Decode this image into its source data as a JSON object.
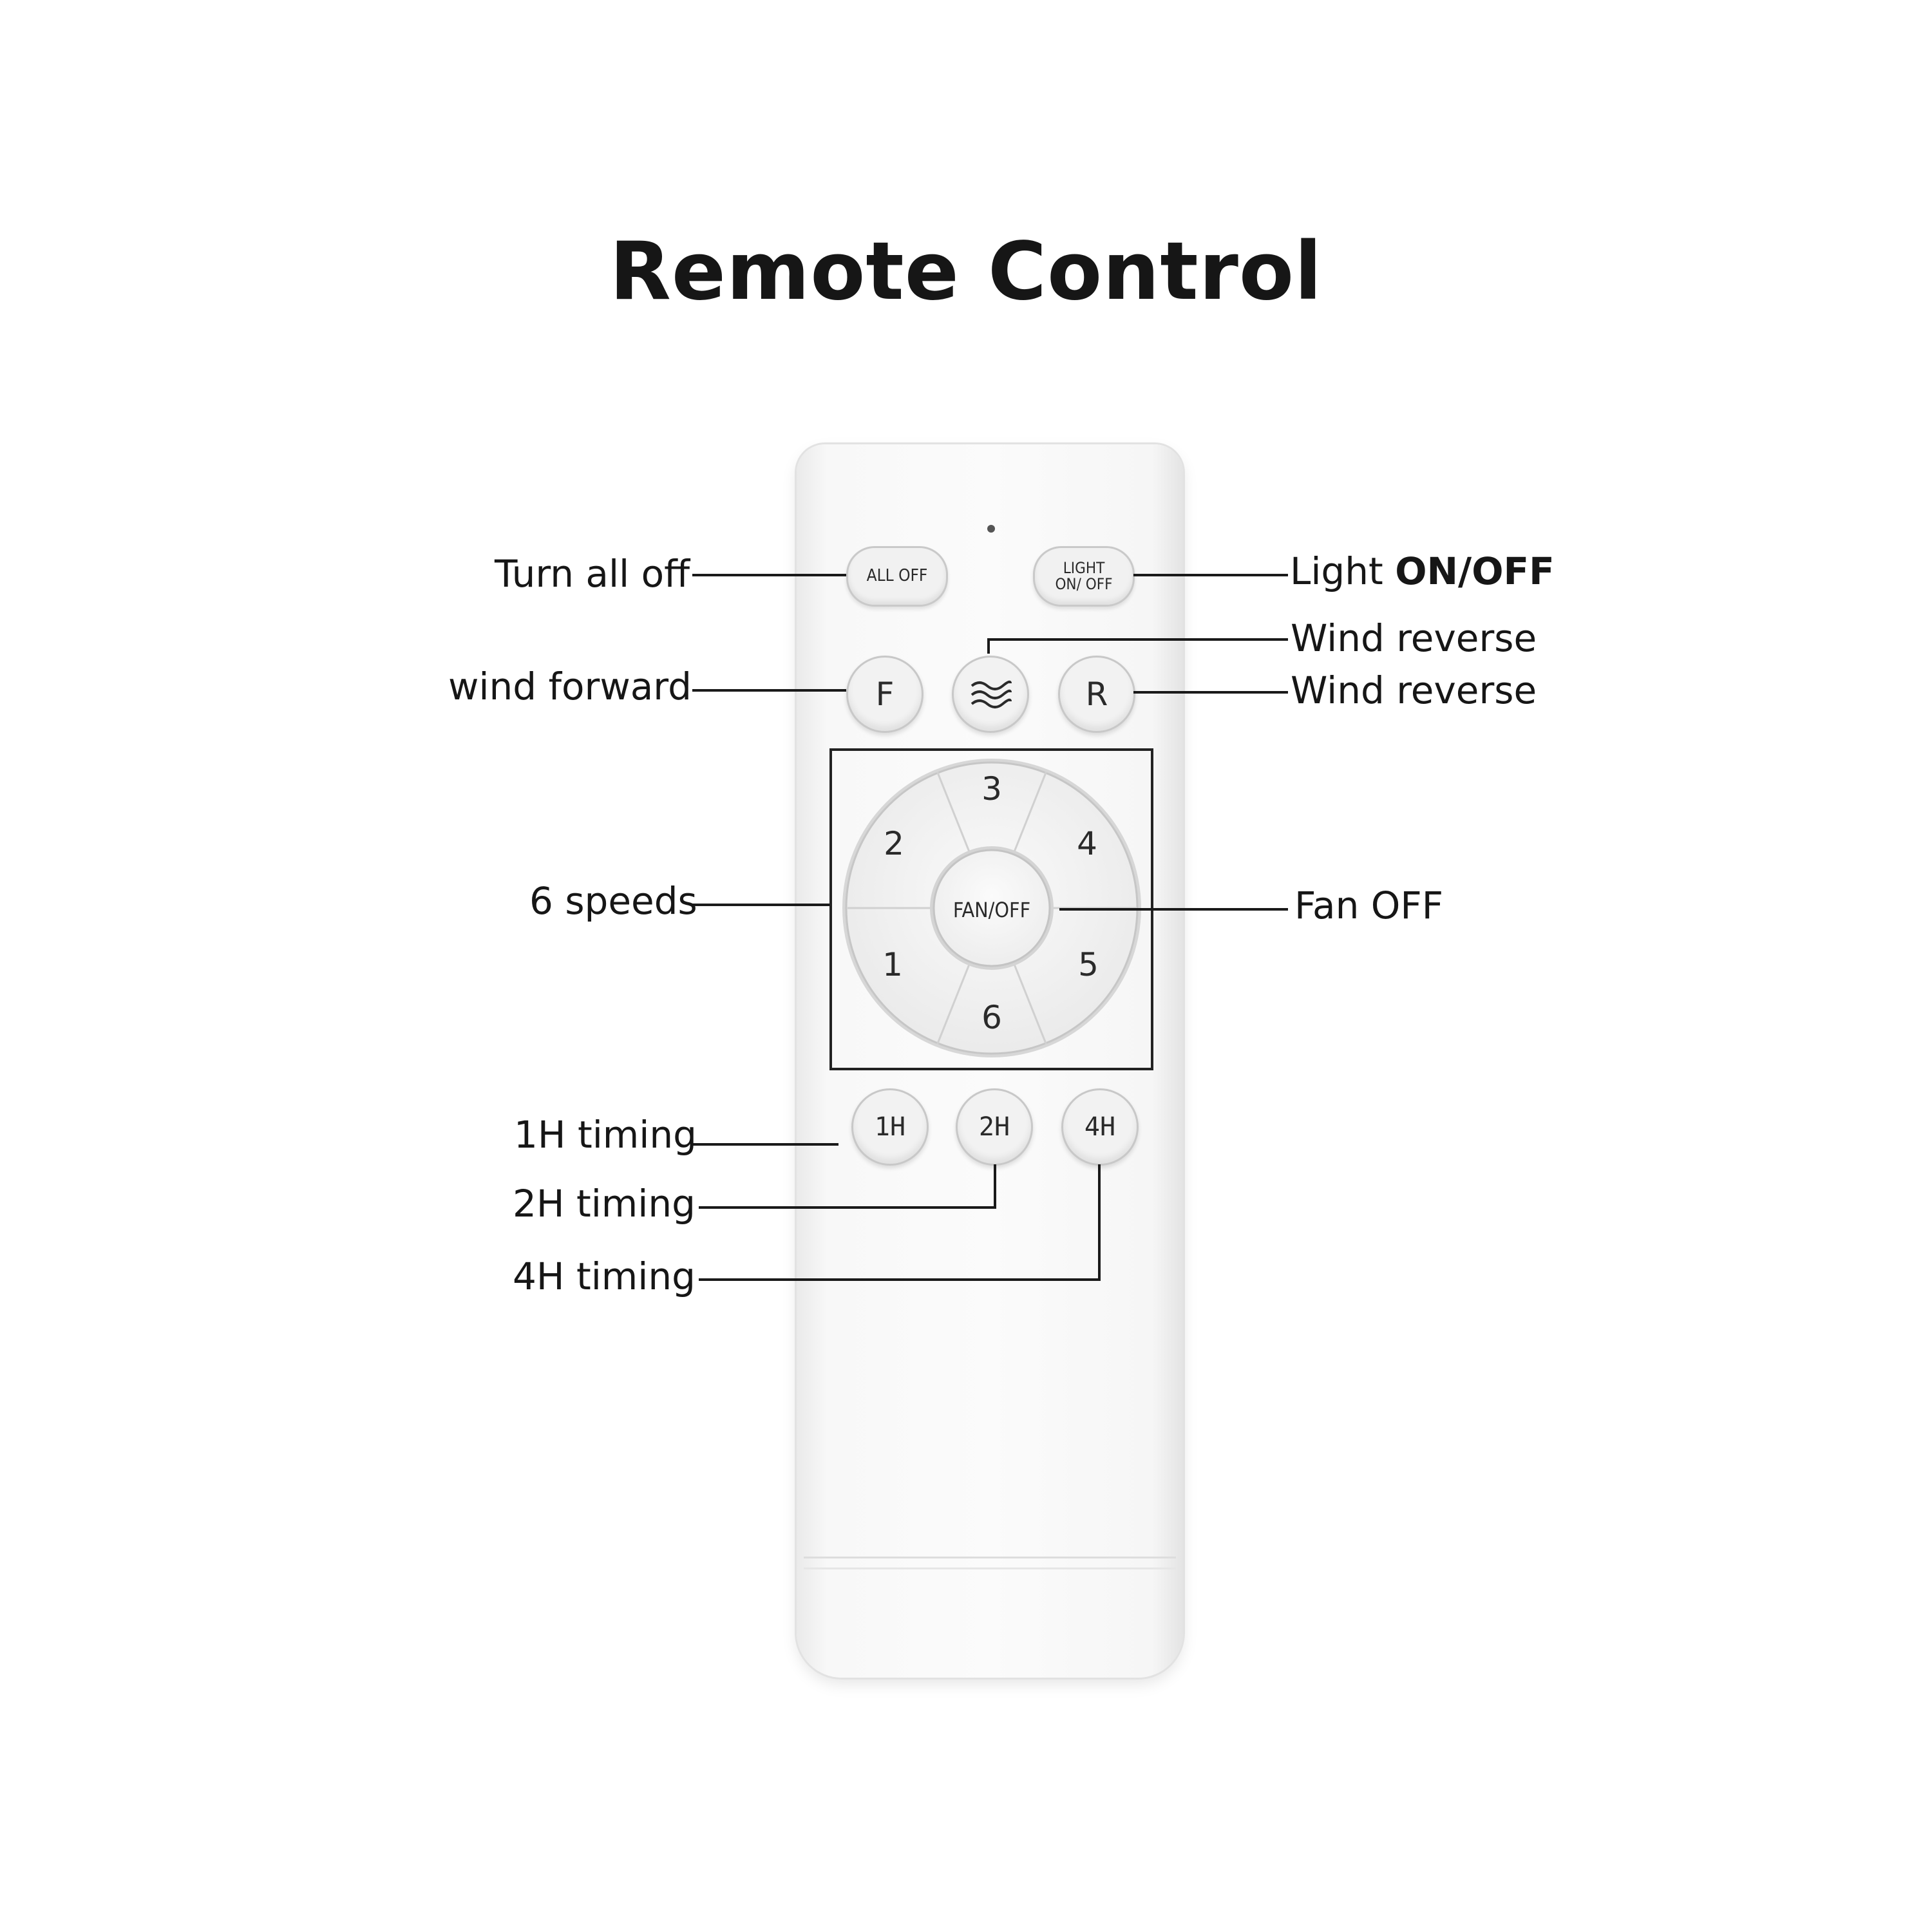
{
  "title": "Remote Control",
  "labels": {
    "turn_all_off": "Turn all off",
    "light_prefix": "Light ",
    "light_bold": "ON/OFF",
    "wind_reverse_1": "Wind reverse",
    "wind_reverse_2": "Wind reverse",
    "wind_forward": "wind forward",
    "six_speeds": "6 speeds",
    "fan_off": "Fan OFF",
    "timing_1h": "1H timing",
    "timing_2h": "2H timing",
    "timing_4h": "4H timing"
  },
  "buttons": {
    "all_off": "ALL OFF",
    "light_line1": "LIGHT",
    "light_line2": "ON/ OFF",
    "forward": "F",
    "reverse": "R",
    "fan_off": "FAN/OFF",
    "speeds": [
      "1",
      "2",
      "3",
      "4",
      "5",
      "6"
    ],
    "timer_1h": "1H",
    "timer_2h": "2H",
    "timer_4h": "4H"
  },
  "icons": {
    "wind": "wind-waves-icon",
    "led": "led-indicator-icon"
  }
}
